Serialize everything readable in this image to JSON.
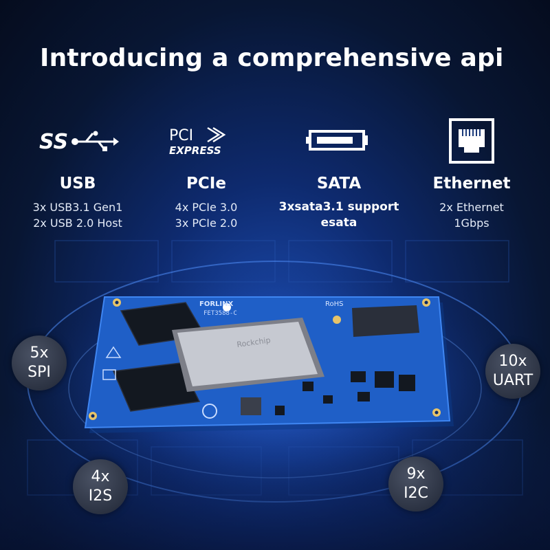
{
  "title": "Introducing a comprehensive api",
  "colors": {
    "board": "#1f5fc7",
    "accent": "#2f7bf0",
    "ring": "#4f8df5"
  },
  "features": [
    {
      "name": "USB",
      "icon": "usb-ss-icon",
      "icon_text": "SS",
      "lines": [
        "3x USB3.1 Gen1",
        "2x USB 2.0 Host"
      ]
    },
    {
      "name": "PCIe",
      "icon": "pci-express-icon",
      "icon_text_top": "PCI",
      "icon_text_bottom": "EXPRESS",
      "lines": [
        "4x PCIe 3.0",
        "3x PCIe 2.0"
      ]
    },
    {
      "name": "SATA",
      "icon": "sata-connector-icon",
      "lines": [
        "3xsata3.1 support",
        "esata"
      ]
    },
    {
      "name": "Ethernet",
      "icon": "ethernet-port-icon",
      "lines": [
        "2x Ethernet",
        "1Gbps"
      ]
    }
  ],
  "interfaces": [
    {
      "count": "5x",
      "name": "SPI"
    },
    {
      "count": "10x",
      "name": "UART"
    },
    {
      "count": "4x",
      "name": "I2S"
    },
    {
      "count": "9x",
      "name": "I2C"
    }
  ],
  "board": {
    "brand": "FORLINX",
    "model": "FET3588-C",
    "cert": "RoHS",
    "chip": "Rockchip"
  }
}
